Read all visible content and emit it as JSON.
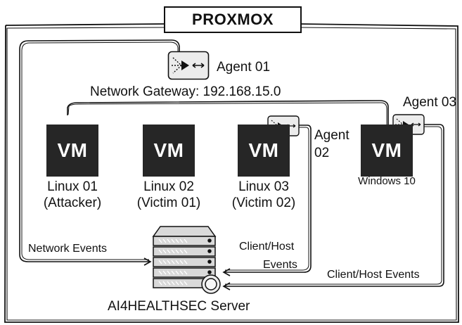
{
  "title": "PROXMOX",
  "gateway_label": "Network Gateway: 192.168.15.0",
  "agents": {
    "agent1": "Agent 01",
    "agent2_line1": "Agent",
    "agent2_line2": "02",
    "agent3": "Agent 03"
  },
  "vms": [
    {
      "badge": "VM",
      "line1": "Linux 01",
      "line2": "(Attacker)"
    },
    {
      "badge": "VM",
      "line1": "Linux 02",
      "line2": "(Victim 01)"
    },
    {
      "badge": "VM",
      "line1": "Linux 03",
      "line2": "(Victim 02)"
    },
    {
      "badge": "VM",
      "line1": "Windows 10",
      "line2": ""
    }
  ],
  "edges": {
    "network_events": "Network Events",
    "client_host_1_line1": "Client/Host",
    "client_host_1_line2": "Events",
    "client_host_2": "Client/Host Events"
  },
  "server_label": "AI4HEALTHSEC Server"
}
